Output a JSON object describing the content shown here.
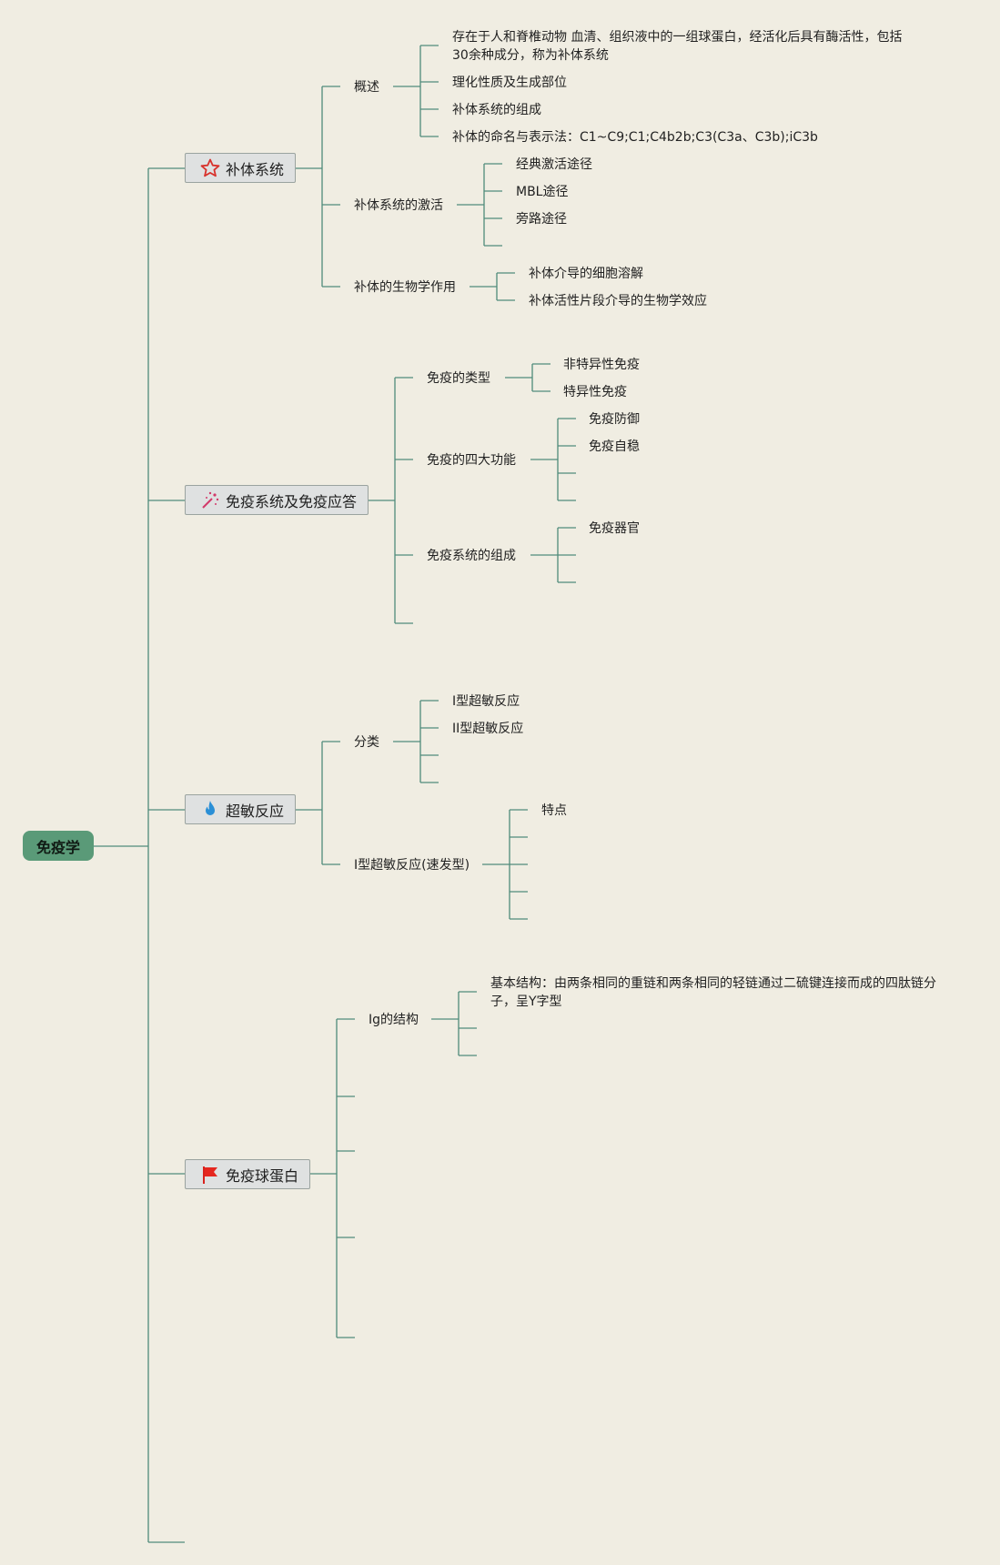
{
  "root": {
    "label": "免疫学"
  },
  "branches": [
    {
      "label": "补体系统",
      "icon": "star-icon",
      "children": [
        {
          "label": "概述",
          "children": [
            "存在于人和脊椎动物 血清、组织液中的一组球蛋白，经活化后具有酶活性，包括30余种成分，称为补体系统",
            "理化性质及生成部位",
            "补体系统的组成",
            "补体的命名与表示法：C1~C9;C1;C4b2b;C3(C3a、C3b);iC3b"
          ]
        },
        {
          "label": "补体系统的激活",
          "children": [
            "经典激活途径",
            "MBL途径",
            "旁路途径",
            ""
          ]
        },
        {
          "label": "补体的生物学作用",
          "children": [
            "补体介导的细胞溶解",
            "补体活性片段介导的生物学效应"
          ]
        }
      ]
    },
    {
      "label": "免疫系统及免疫应答",
      "icon": "magic-wand-icon",
      "children": [
        {
          "label": "免疫的类型",
          "children": [
            "非特异性免疫",
            "特异性免疫"
          ]
        },
        {
          "label": "免疫的四大功能",
          "children": [
            "免疫防御",
            "免疫自稳",
            "",
            ""
          ]
        },
        {
          "label": "免疫系统的组成",
          "children": [
            "免疫器官",
            "",
            ""
          ]
        },
        {
          "label": "",
          "children": []
        }
      ]
    },
    {
      "label": "超敏反应",
      "icon": "flame-icon",
      "children": [
        {
          "label": "分类",
          "children": [
            "I型超敏反应",
            "II型超敏反应",
            "",
            ""
          ]
        },
        {
          "label": "I型超敏反应(速发型)",
          "children": [
            "特点",
            "",
            "",
            "",
            ""
          ]
        }
      ]
    },
    {
      "label": "免疫球蛋白",
      "icon": "flag-icon",
      "children": [
        {
          "label": "Ig的结构",
          "children": [
            "基本结构：由两条相同的重链和两条相同的轻链通过二硫键连接而成的四肽链分子，呈Y字型",
            "",
            ""
          ]
        },
        {
          "label": "",
          "children": []
        },
        {
          "label": "",
          "children": []
        },
        {
          "label": "",
          "children": []
        },
        {
          "label": "",
          "children": []
        }
      ]
    },
    {
      "label": "",
      "icon": "",
      "children": []
    }
  ],
  "colors": {
    "line": "#4f8b7b",
    "root": "#5a9a78",
    "background": "#f0ede2",
    "topic_bg": "#dfe1e1"
  }
}
